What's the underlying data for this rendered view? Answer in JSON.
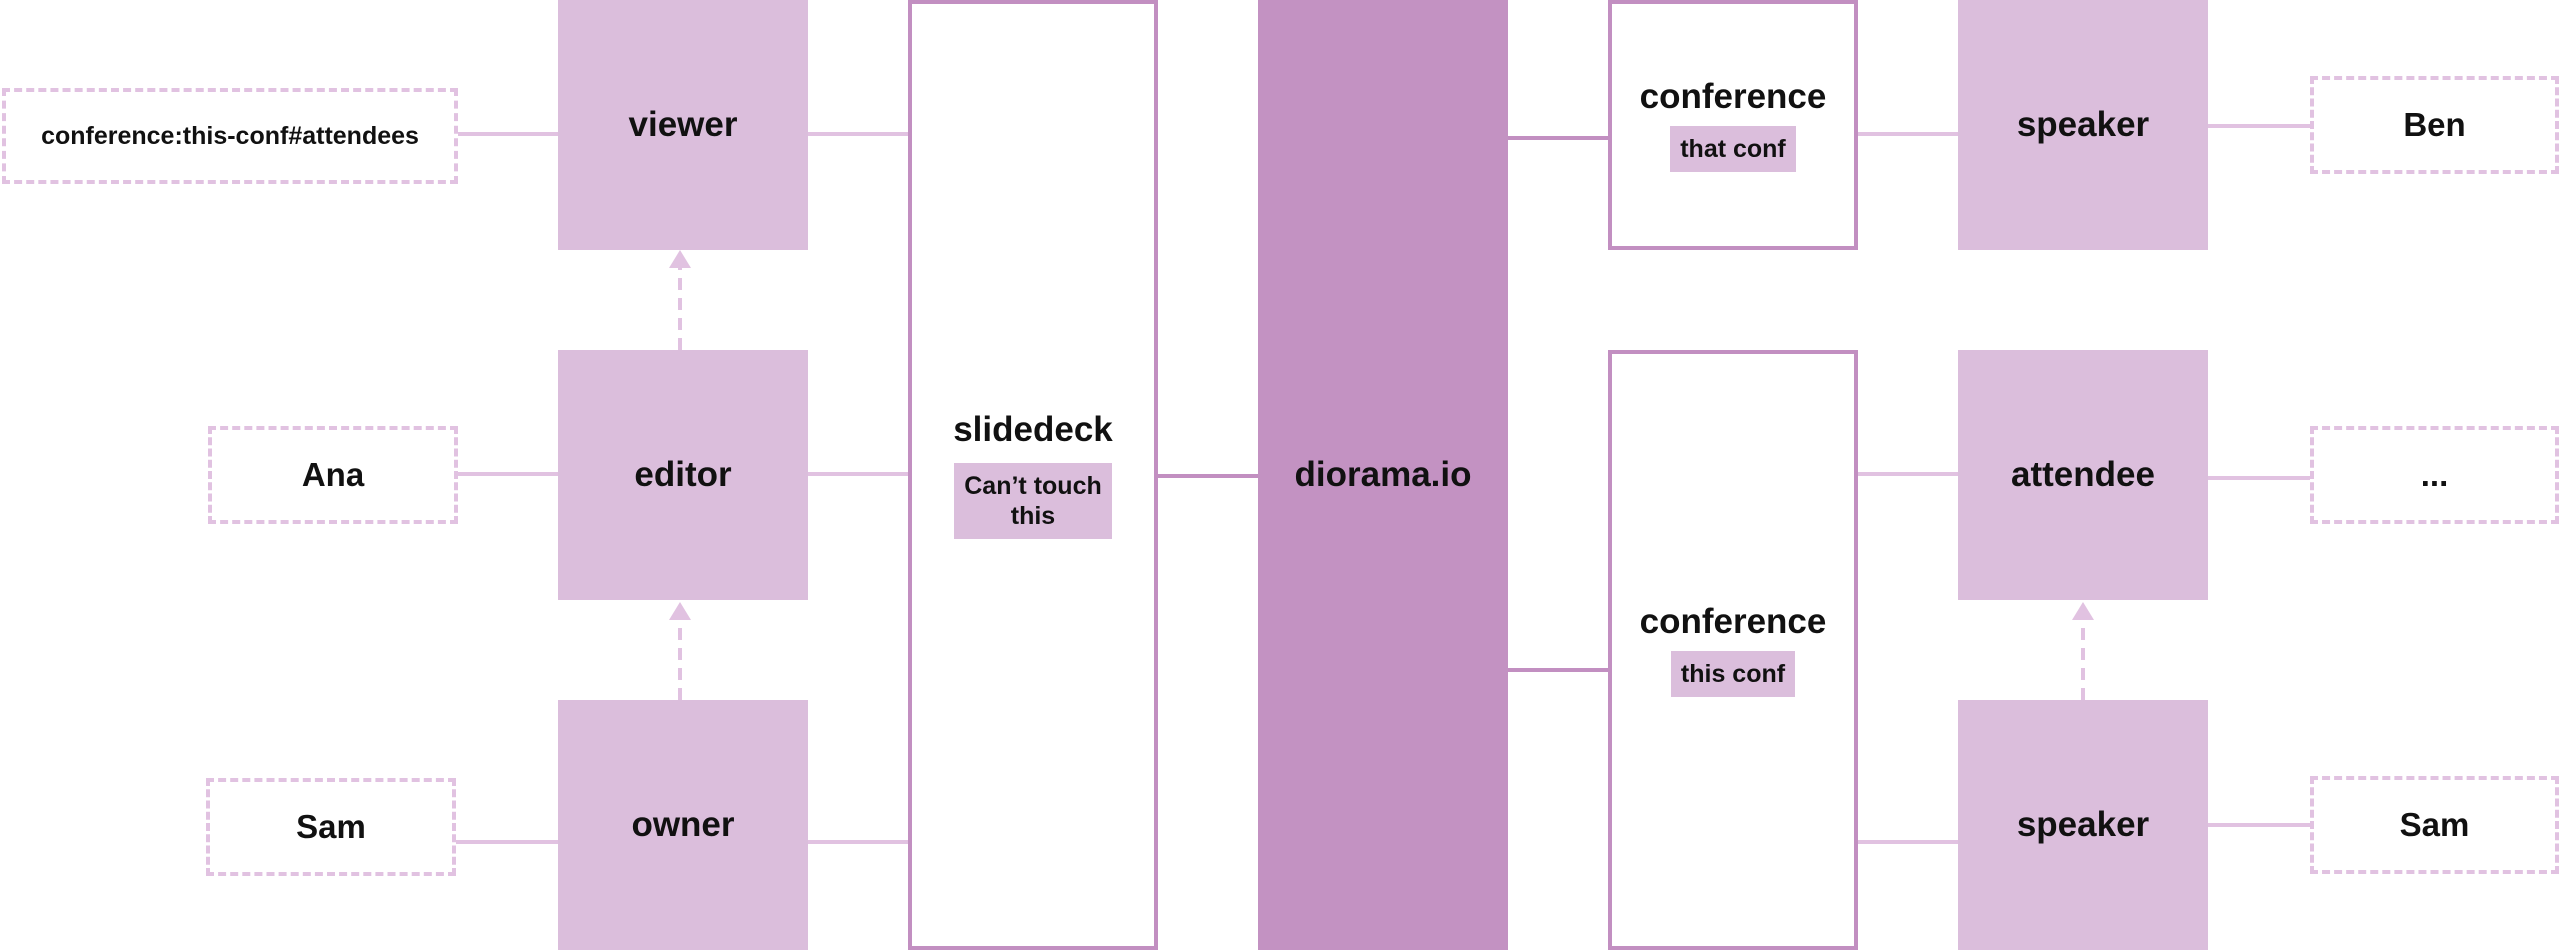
{
  "center": {
    "label": "diorama.io"
  },
  "slidedeck": {
    "label": "slidedeck",
    "tag": "Can’t touch this"
  },
  "roles_left": {
    "viewer": "viewer",
    "editor": "editor",
    "owner": "owner"
  },
  "subjects_left": {
    "viewer": "conference:this-conf#attendees",
    "editor": "Ana",
    "owner": "Sam"
  },
  "conf_top": {
    "label": "conference",
    "tag": "that conf"
  },
  "conf_bottom": {
    "label": "conference",
    "tag": "this conf"
  },
  "roles_right": {
    "speaker_top": "speaker",
    "attendee": "attendee",
    "speaker_bottom": "speaker"
  },
  "subjects_right": {
    "speaker_top": "Ben",
    "attendee": "...",
    "speaker_bottom": "Sam"
  },
  "colors": {
    "role_fill": "#dbbedc",
    "outline": "#c28fc1",
    "dashed": "#e1c2e1",
    "center": "#c392c2"
  }
}
